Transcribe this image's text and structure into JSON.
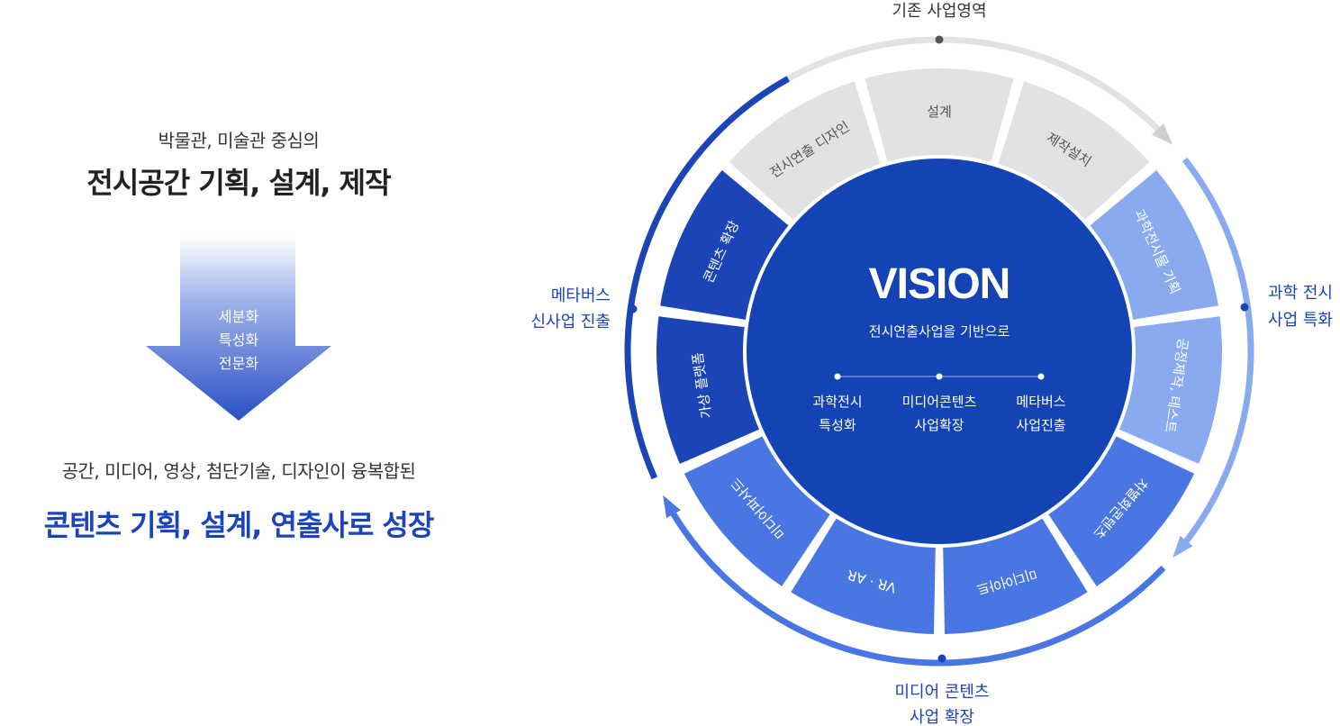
{
  "left": {
    "subtitle_top": "박물관, 미술관 중심의",
    "title_top": "전시공간 기획, 설계, 제작",
    "arrow_lines": [
      "세분화",
      "특성화",
      "전문화"
    ],
    "subtitle_bottom": "공간, 미디어, 영상, 첨단기술, 디자인이 융복합된",
    "title_bottom": "콘텐츠 기획, 설계, 연출사로 성장"
  },
  "vision": {
    "title": "VISION",
    "subtitle": "전시연출사업을 기반으로",
    "points": [
      {
        "line1": "과학전시",
        "line2": "특성화"
      },
      {
        "line1": "미디어콘텐츠",
        "line2": "사업확장"
      },
      {
        "line1": "메타버스",
        "line2": "사업진출"
      }
    ]
  },
  "ring": {
    "segments": [
      {
        "label": "설계",
        "group": "existing"
      },
      {
        "label": "제작설치",
        "group": "existing"
      },
      {
        "label": "과학전시물 기획",
        "group": "science"
      },
      {
        "label": "공정제작, 테스트",
        "group": "science"
      },
      {
        "label": "차별화콘텐츠",
        "group": "media"
      },
      {
        "label": "미디어아트",
        "group": "media"
      },
      {
        "label": "VR · AR",
        "group": "media"
      },
      {
        "label": "미디어파사드",
        "group": "media"
      },
      {
        "label": "가상 플랫폼",
        "group": "metaverse"
      },
      {
        "label": "콘텐츠 확장",
        "group": "metaverse"
      },
      {
        "label": "전시연출 디자인",
        "group": "existing"
      }
    ]
  },
  "outer_labels": {
    "top": "기존 사업영역",
    "right": [
      "과학 전시",
      "사업 특화"
    ],
    "bottom": [
      "미디어 콘텐츠",
      "사업 확장"
    ],
    "left": [
      "메타버스",
      "신사업 진출"
    ]
  },
  "colors": {
    "existing": "#e2e2e2",
    "science": "#8aaaf0",
    "media": "#4a76e4",
    "metaverse": "#1b44b6",
    "center": "#1444b4",
    "label_blue": "#1b44b6",
    "existing_text": "#555555"
  }
}
